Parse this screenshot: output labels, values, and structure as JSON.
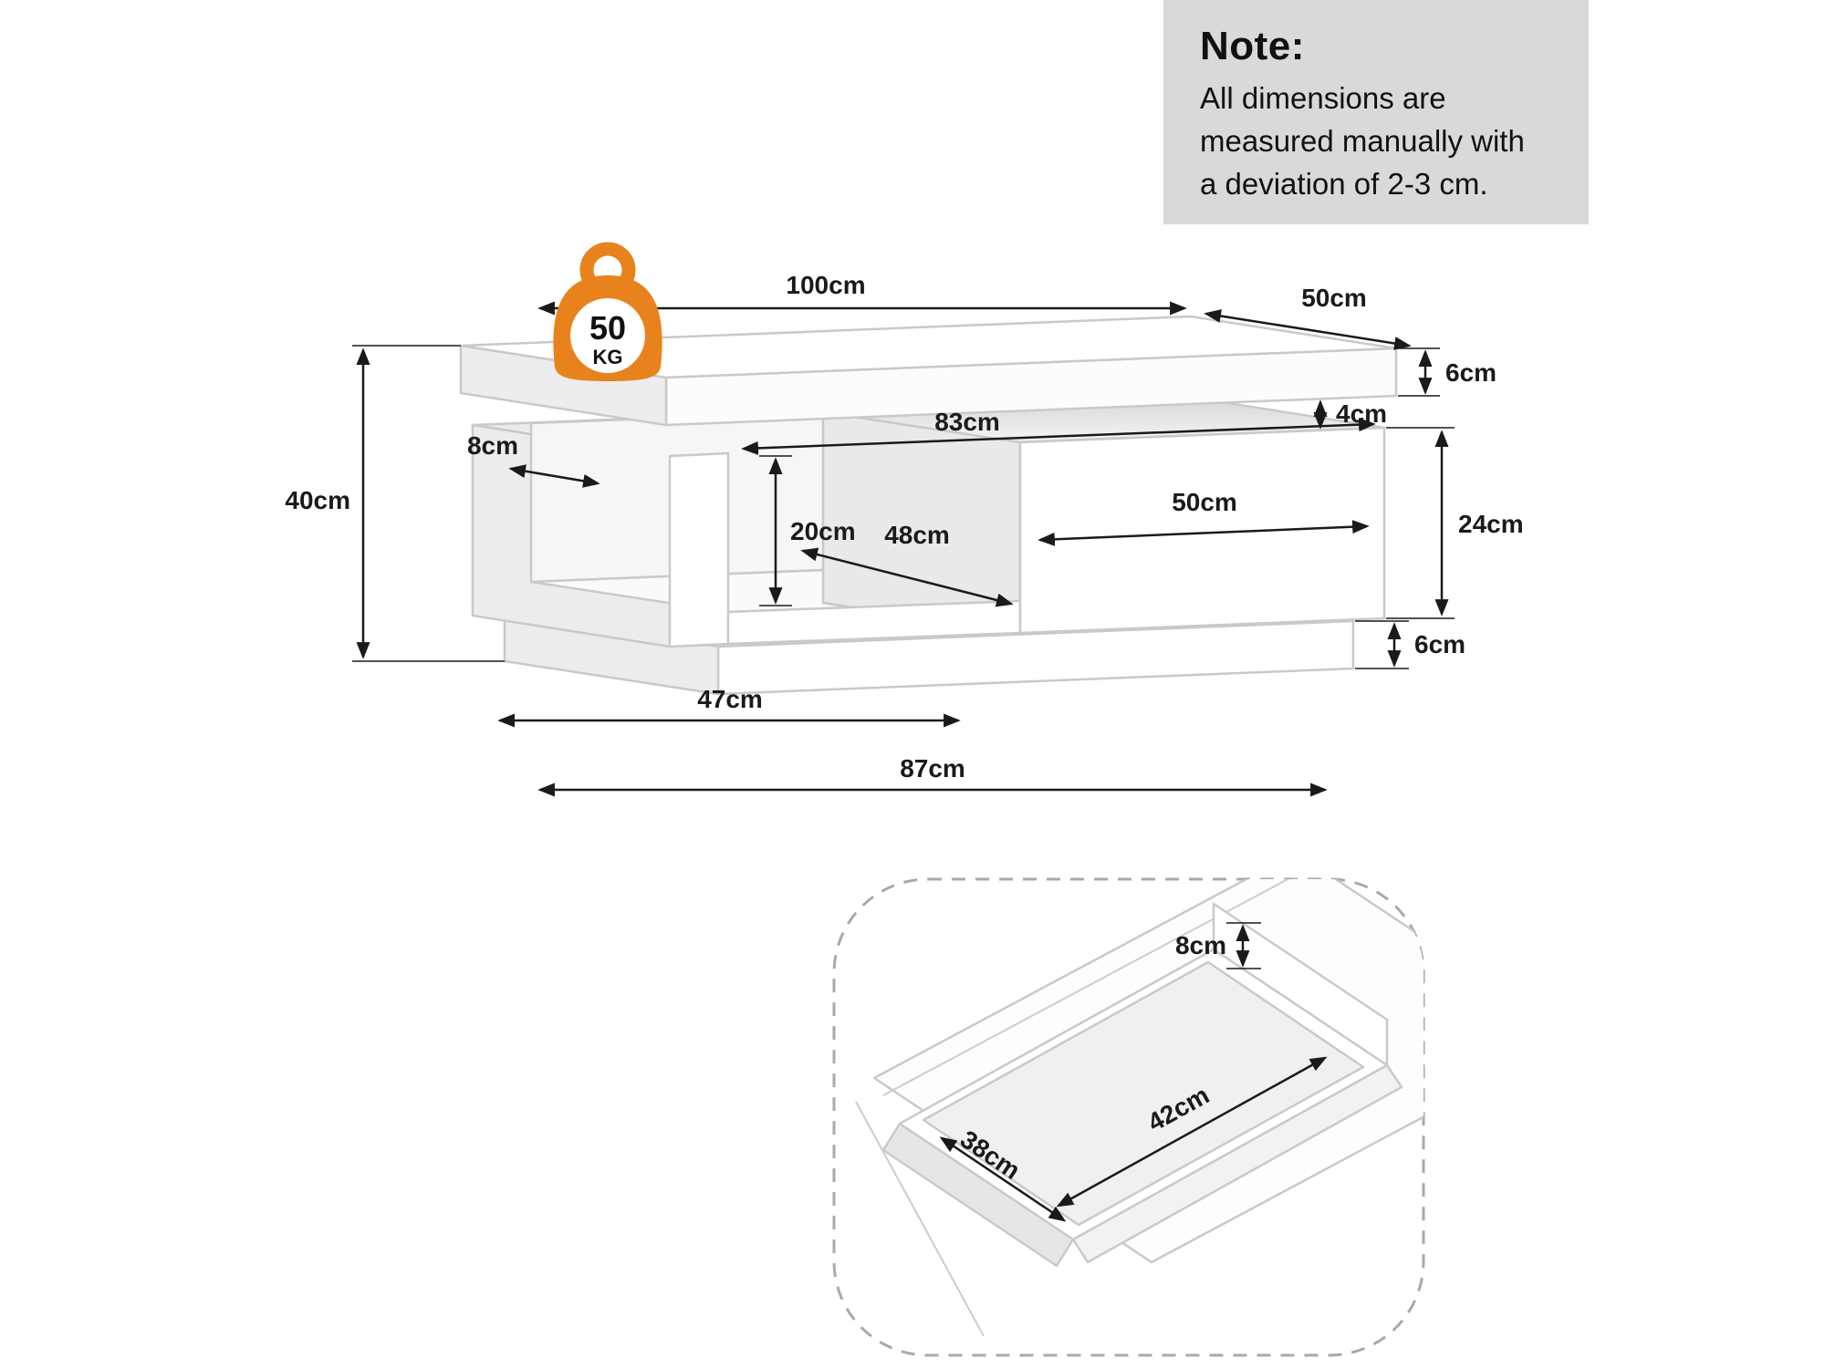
{
  "note": {
    "title": "Note:",
    "lines": [
      "All dimensions are",
      "measured manually with",
      "a deviation of 2-3 cm."
    ]
  },
  "weight": {
    "value": "50",
    "unit": "KG"
  },
  "colors": {
    "accent_orange": "#e8821c",
    "note_bg": "#d9d9d9",
    "line_gray": "#c9c9c9",
    "dim_black": "#1a1a1a"
  },
  "dims": {
    "top_length": "100cm",
    "top_depth": "50cm",
    "top_thickness": "6cm",
    "lift_gap": "4cm",
    "shelf_width": "83cm",
    "side_panel": "8cm",
    "total_height": "40cm",
    "shelf_height": "20cm",
    "shelf_depth": "48cm",
    "drawer_front_width": "50cm",
    "drawer_front_height": "24cm",
    "base_thickness": "6cm",
    "base_left_width": "47cm",
    "base_width": "87cm"
  },
  "inset": {
    "rim_height": "8cm",
    "inner_length": "42cm",
    "inner_depth": "38cm"
  }
}
